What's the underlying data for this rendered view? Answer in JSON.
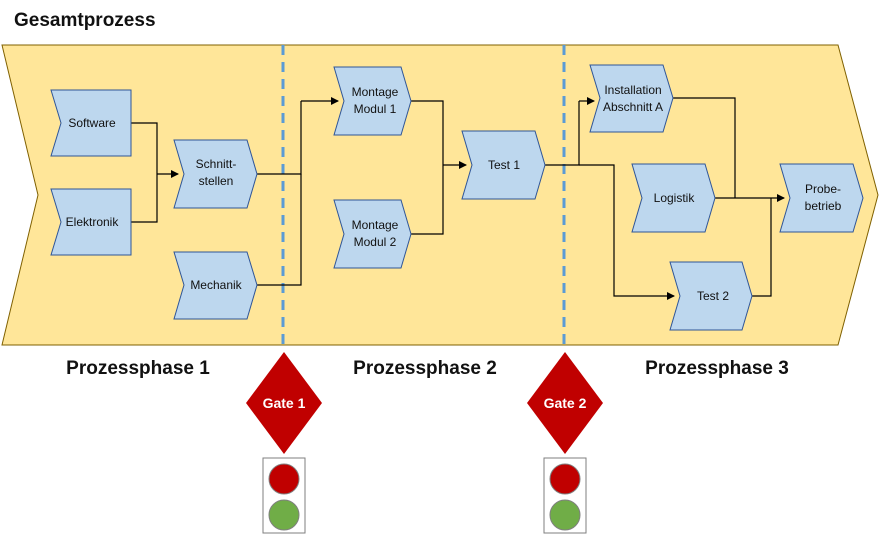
{
  "title": "Gesamtprozess",
  "phases": [
    "Prozessphase 1",
    "Prozessphase 2",
    "Prozessphase 3"
  ],
  "steps": {
    "software": [
      "Software"
    ],
    "elektronik": [
      "Elektronik"
    ],
    "schnittstellen": [
      "Schnitt-",
      "stellen"
    ],
    "mechanik": [
      "Mechanik"
    ],
    "montage1": [
      "Montage",
      "Modul 1"
    ],
    "montage2": [
      "Montage",
      "Modul 2"
    ],
    "test1": [
      "Test 1"
    ],
    "installation": [
      "Installation",
      "Abschnitt A"
    ],
    "logistik": [
      "Logistik"
    ],
    "test2": [
      "Test 2"
    ],
    "probebetrieb": [
      "Probe-",
      "betrieb"
    ]
  },
  "gates": [
    {
      "label": "Gate 1",
      "lights": [
        "red",
        "green"
      ]
    },
    {
      "label": "Gate 2",
      "lights": [
        "red",
        "green"
      ]
    }
  ],
  "colors": {
    "band_fill": "#ffe699",
    "step_fill": "#bdd7ee",
    "step_border": "#2f5597",
    "divider": "#5b9bd5",
    "gate": "#c00000",
    "light_red": "#c00000",
    "light_green": "#70ad47"
  }
}
